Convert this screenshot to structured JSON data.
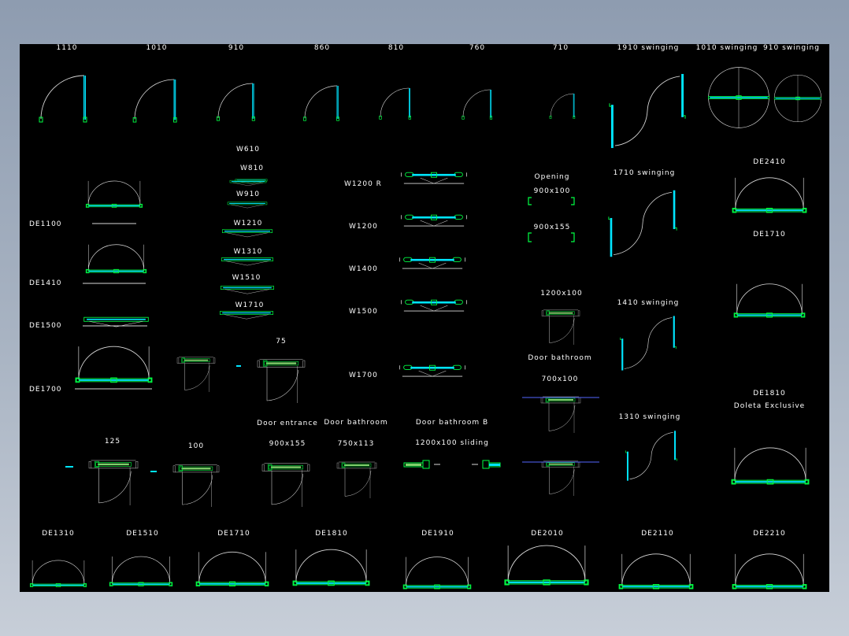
{
  "colors": {
    "background": "#000000",
    "leaf": "#00e5ff",
    "frame": "#00ff44",
    "swing": "#d8d8d8",
    "text": "#ffffff",
    "hardware": "#7fd06a"
  },
  "top_row": {
    "d1110": "1110",
    "d1010": "1010",
    "d910": "910",
    "d860": "860",
    "d810": "810",
    "d760": "760",
    "d710": "710",
    "s1910": "1910  swinging",
    "s1010": "1010  swinging",
    "s910": "910  swinging"
  },
  "windows": {
    "w610": "W610",
    "w810": "W810",
    "w910": "W910",
    "w1210": "W1210",
    "w1310": "W1310",
    "w1510": "W1510",
    "w1710": "W1710",
    "w1200r": "W1200  R",
    "w1200": "W1200",
    "w1400": "W1400",
    "w1500": "W1500",
    "w1700": "W1700"
  },
  "left_col": {
    "de1100": "DE1100",
    "de1410": "DE1410",
    "de1500": "DE1500",
    "de1700": "DE1700"
  },
  "openings": {
    "opening": "Opening",
    "o900x100": "900x100",
    "o900x155": "900x155",
    "o1200x100": "1200x100",
    "door_bathroom": "Door bathroom",
    "o700x100": "700x100"
  },
  "swinging": {
    "s1710": "1710  swinging",
    "s1410": "1410  swinging",
    "s1310": "1310  swinging"
  },
  "right_col": {
    "de2410": "DE2410",
    "de1710": "DE1710",
    "de1810": "DE1810",
    "doleta": "Doleta Exclusive"
  },
  "middle": {
    "n75": "75",
    "n125": "125",
    "n100": "100",
    "door_entrance": "Door entrance",
    "door_bathroom": "Door bathroom",
    "door_bathroom_b": "Door bathroom  B",
    "e900x155": "900x155",
    "b750x113": "750x113",
    "s1200x100": "1200x100  sliding"
  },
  "bottom_row": {
    "de1310": "DE1310",
    "de1510": "DE1510",
    "de1710": "DE1710",
    "de1810": "DE1810",
    "de1910": "DE1910",
    "de2010": "DE2010",
    "de2110": "DE2110",
    "de2210": "DE2210"
  }
}
